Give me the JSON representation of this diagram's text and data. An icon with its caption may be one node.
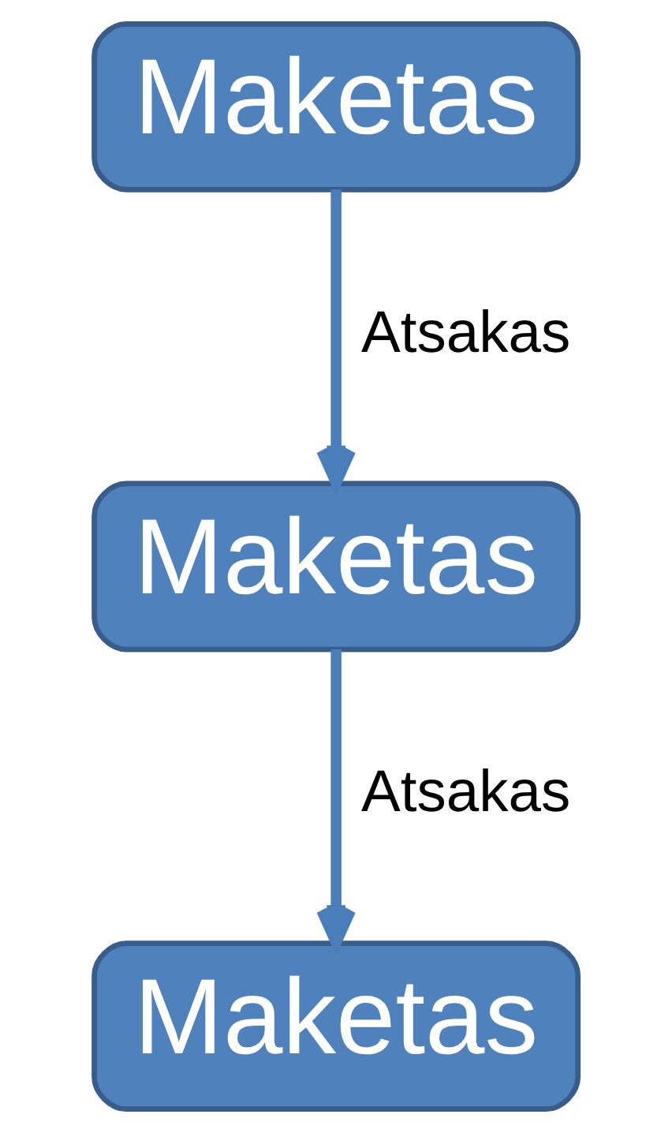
{
  "diagram": {
    "nodes": [
      {
        "text": [
          "Maketas"
        ]
      },
      {
        "text": [
          "Maketas"
        ]
      },
      {
        "text": [
          "Maketas"
        ]
      }
    ],
    "edges": [
      {
        "from": 0,
        "to": 1,
        "arrow": "to",
        "label": "Atsakas"
      },
      {
        "from": 1,
        "to": 2,
        "arrow": "to",
        "label": "Atsakas"
      }
    ]
  }
}
